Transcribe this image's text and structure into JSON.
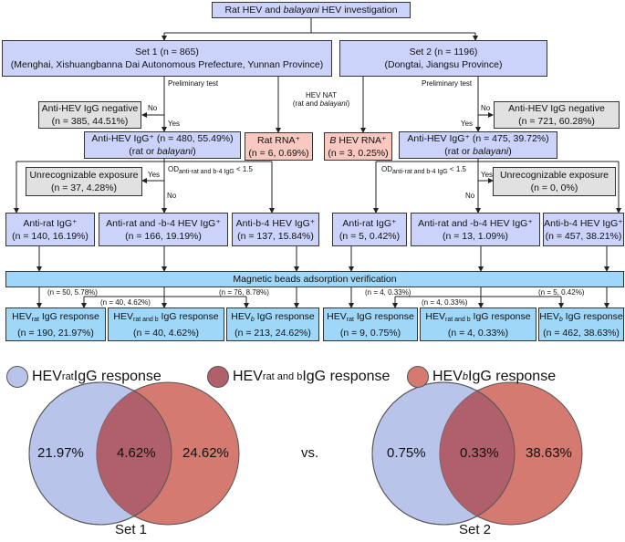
{
  "title": {
    "pre": "Rat HEV and ",
    "em": "balayani",
    "post": " HEV investigation"
  },
  "set1": {
    "line1": "Set 1 (n = 865)",
    "line2": "(Menghai, Xishuangbanna Dai Autonomous Prefecture, Yunnan Province)"
  },
  "set2": {
    "line1": "Set 2 (n = 1196)",
    "line2": "(Dongtai, Jiangsu Province)"
  },
  "labels": {
    "prelim": "Preliminary test",
    "no": "No",
    "yes": "Yes",
    "nat1": "HEV NAT",
    "nat2_pre": "(rat and ",
    "nat2_em": "balayani",
    "nat2_post": ")",
    "od": "OD",
    "od_sub": "anti-rat and b-4 IgG",
    "od_post": " < 1.5"
  },
  "neg1": {
    "line1": "Anti-HEV IgG negative",
    "line2": "(n = 385, 44.51%)"
  },
  "neg2": {
    "line1": "Anti-HEV IgG negative",
    "line2": "(n = 721, 60.28%)"
  },
  "rna_rat": {
    "line1": "Rat RNA⁺",
    "line2": "(n = 6, 0.69%)"
  },
  "rna_b": {
    "em": "B",
    "line1": " HEV RNA⁺",
    "line2": "(n = 3, 0.25%)"
  },
  "pos1": {
    "line1": "Anti-HEV IgG⁺ (n = 480, 55.49%)",
    "line2_pre": "(rat or ",
    "line2_em": "balayani",
    "line2_post": ")"
  },
  "pos2": {
    "line1": "Anti-HEV IgG⁺ (n = 475, 39.72%)",
    "line2_pre": "(rat or ",
    "line2_em": "balayani",
    "line2_post": ")"
  },
  "unrec1": {
    "line1": "Unrecognizable exposure",
    "line2": "(n = 37, 4.28%)"
  },
  "unrec2": {
    "line1": "Unrecognizable exposure",
    "line2": "(n = 0, 0%)"
  },
  "row1": [
    {
      "line1": "Anti-rat IgG⁺",
      "line2": "(n = 140, 16.19%)"
    },
    {
      "line1": "Anti-rat and -b-4 HEV IgG⁺",
      "line2": "(n = 166, 19.19%)"
    },
    {
      "line1": "Anti-b-4 HEV IgG⁺",
      "line2": "(n = 137, 15.84%)"
    }
  ],
  "row2": [
    {
      "line1": "Anti-rat IgG⁺",
      "line2": "(n = 5, 0.42%)"
    },
    {
      "line1": "Anti-rat and -b-4 HEV IgG⁺",
      "line2": "(n = 13, 1.09%)"
    },
    {
      "line1": "Anti-b-4 HEV IgG⁺",
      "line2": "(n = 457, 38.21%)"
    }
  ],
  "magnetic": "Magnetic beads adsorption verification",
  "cross1": [
    "(n = 50, 5.78%)",
    "(n = 40, 4.62%)",
    "(n = 76, 8.78%)"
  ],
  "cross2": [
    "(n = 4, 0.33%)",
    "(n = 4, 0.33%)",
    "(n = 5, 0.42%)"
  ],
  "resp": {
    "hev": "HEV",
    "rat": "rat",
    "ratb": "rat and b",
    "b": "b",
    "suffix": " IgG response"
  },
  "resp1": [
    "(n = 190, 21.97%)",
    "(n = 40, 4.62%)",
    "(n = 213, 24.62%)"
  ],
  "resp2": [
    "(n = 9, 0.75%)",
    "(n = 4, 0.33%)",
    "(n = 462, 38.63%)"
  ],
  "venn1": {
    "left": "21.97%",
    "mid": "4.62%",
    "right": "24.62%",
    "label": "Set 1"
  },
  "venn2": {
    "left": "0.75%",
    "mid": "0.33%",
    "right": "38.63%",
    "label": "Set 2"
  },
  "vs": "vs.",
  "colors": {
    "rat": "#b9c4ea",
    "ratb": "#b0606a",
    "b": "#d47a70"
  }
}
